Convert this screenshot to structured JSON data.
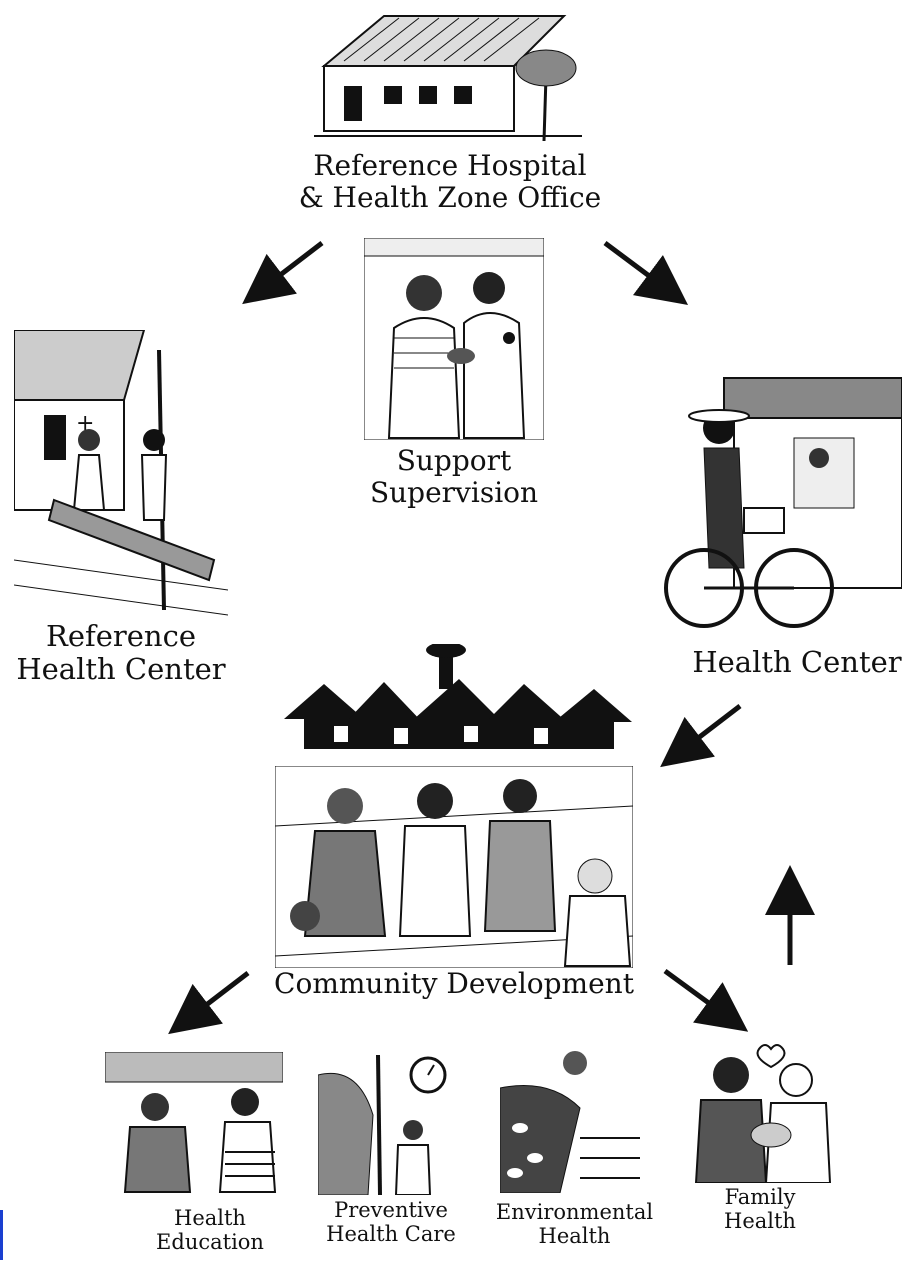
{
  "nodes": {
    "reference_hospital": {
      "line1": "Reference Hospital",
      "line2": "& Health Zone Office"
    },
    "support_supervision": {
      "line1": "Support",
      "line2": "Supervision"
    },
    "reference_health_center": {
      "line1": "Reference",
      "line2": "Health Center"
    },
    "health_center": {
      "line1": "Health Center"
    },
    "community_development": {
      "line1": "Community Development"
    },
    "health_education": {
      "line1": "Health",
      "line2": "Education"
    },
    "preventive_health_care": {
      "line1": "Preventive",
      "line2": "Health Care"
    },
    "environmental_health": {
      "line1": "Environmental",
      "line2": "Health"
    },
    "family_health": {
      "line1": "Family",
      "line2": "Health"
    }
  },
  "illustrations": {
    "hospital": "hospital-building-illustration",
    "supervision": "handshake-illustration",
    "ref_center": "stretcher-illustration",
    "center": "bicycle-illustration",
    "village": "village-huts-illustration",
    "community": "community-meeting-illustration",
    "education": "health-education-illustration",
    "preventive": "weighing-scale-illustration",
    "environment": "garden-illustration",
    "family": "family-illustration"
  },
  "style": {
    "ink": "#111111",
    "accent_edge": "#1a3fd0"
  }
}
